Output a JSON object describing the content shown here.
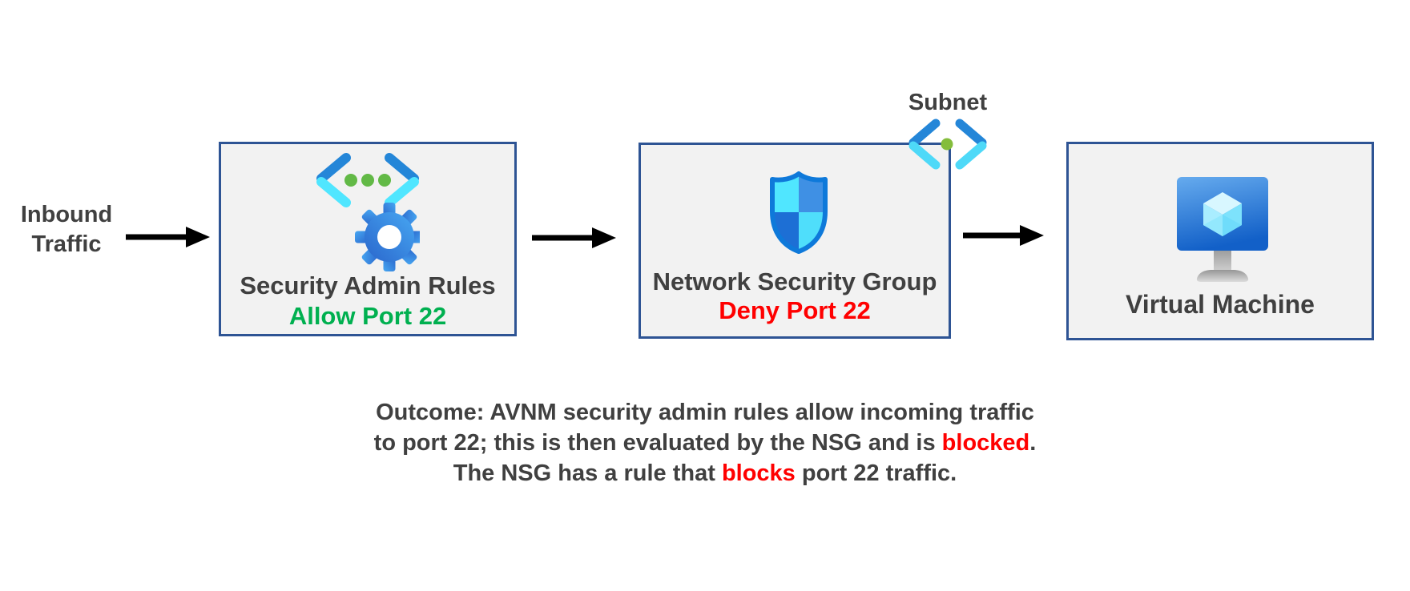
{
  "diagram": {
    "inbound_label": "Inbound Traffic",
    "subnet_label": "Subnet",
    "nodes": [
      {
        "title": "Security Admin Rules",
        "subtitle": "Allow Port 22",
        "icon": "security-admin-rules-icon",
        "subtitle_color": "#00b050"
      },
      {
        "title": "Network Security Group",
        "subtitle": "Deny Port 22",
        "icon": "network-security-group-shield-icon",
        "subtitle_color": "#ff0000"
      },
      {
        "title": "Virtual Machine",
        "icon": "virtual-machine-icon"
      }
    ],
    "outcome": {
      "line1": "Outcome: AVNM security admin rules allow incoming traffic",
      "line2_prefix": "to port 22; this is then evaluated by the NSG and is ",
      "line2_highlight": "blocked",
      "line2_suffix": ".",
      "line3_prefix": "The NSG has a rule that ",
      "line3_highlight": "blocks",
      "line3_suffix": " port 22 traffic."
    },
    "colors": {
      "box_border": "#2e5494",
      "box_fill": "#f2f2f2",
      "text_dark": "#404040",
      "allow_green": "#00b050",
      "deny_red": "#ff0000",
      "arrow_black": "#000000",
      "bracket_blue": "#2486d8",
      "bracket_cyan": "#50e6ff",
      "dot_green": "#62b946",
      "subnet_dot_green": "#84bd3c",
      "shield_stroke": "#0e79da",
      "shield_cyan": "#50e6ff",
      "shield_blue": "#3f90e4",
      "shield_dark_blue": "#1d6fd5",
      "monitor_blue_top": "#66abee",
      "monitor_blue_bottom": "#1260c8"
    }
  }
}
